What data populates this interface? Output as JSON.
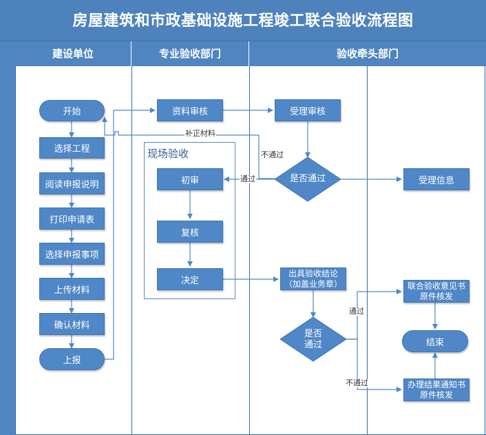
{
  "title": "房屋建筑和市政基础设施工程竣工联合验收流程图",
  "lanes": {
    "lane1": "建设单位",
    "lane2": "专业验收部门",
    "lane3": "验收牵头部门"
  },
  "lane1_nodes": {
    "start": "开始",
    "select_project": "选择工程",
    "read_instructions": "阅读申报说明",
    "print_form": "打印申请表",
    "select_items": "选择申报事项",
    "upload": "上传材料",
    "confirm": "确认材料",
    "submit": "上报"
  },
  "lane2_nodes": {
    "doc_review": "资料审核",
    "group_label": "现场验收",
    "first_review": "初审",
    "recheck": "复核",
    "decision": "决定"
  },
  "lane3_nodes": {
    "accept_review": "受理审核",
    "pass_q1": "是否通过",
    "accept_info": "受理信息",
    "conclusion_line1": "出具验收结论",
    "conclusion_line2": "（加盖业务章）",
    "pass_q2_line1": "是否",
    "pass_q2_line2": "通过",
    "opinion_line1": "联合验收意见书",
    "opinion_line2": "原件核发",
    "end": "结束",
    "notice_line1": "办理结果通知书",
    "notice_line2": "原件核发"
  },
  "edge_labels": {
    "supplement": "补正材料",
    "fail_1": "不通过",
    "pass_1": "通过",
    "pass_2": "通过",
    "fail_2": "不通过"
  },
  "colors": {
    "node_fill": "#4f87c7",
    "header_fill": "#4f85c0",
    "title_fill": "#4d82bd",
    "arrow": "#4f87c7"
  }
}
